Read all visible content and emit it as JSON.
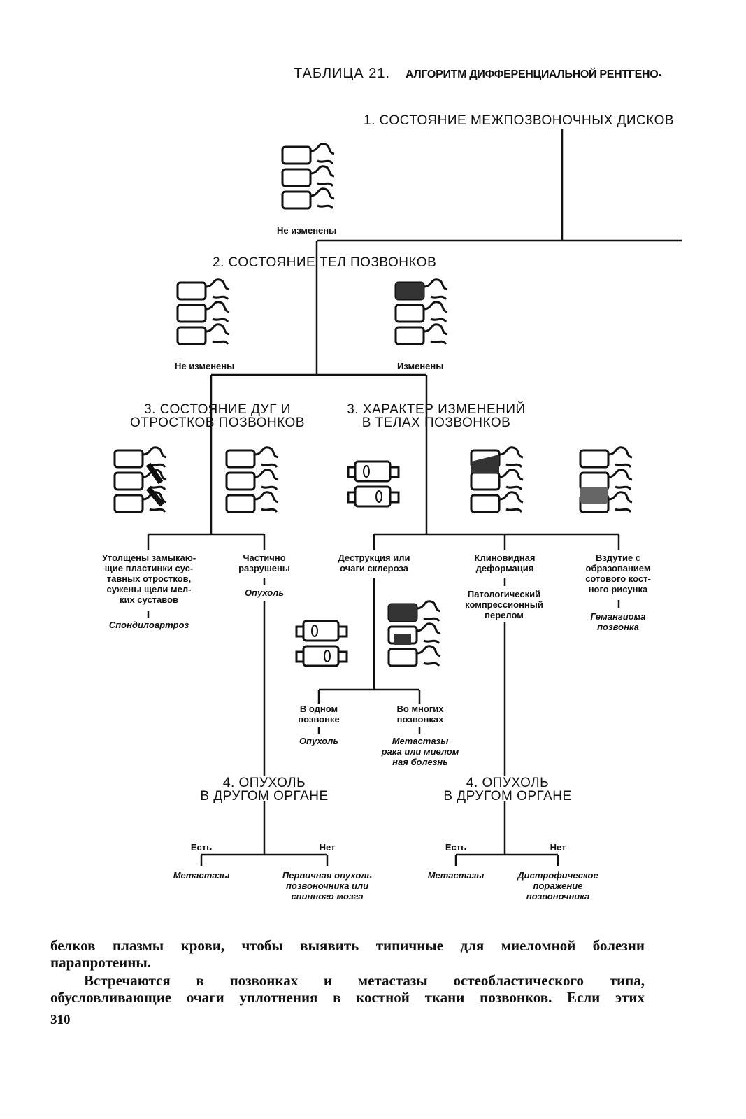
{
  "header": {
    "table_no": "ТАБЛИЦА 21.",
    "title": "АЛГОРИТМ ДИФФЕРЕНЦИАЛЬНОЙ РЕНТГЕНО-"
  },
  "flowchart": {
    "step1": "1. СОСТОЯНИЕ МЕЖПОЗВОНОЧНЫХ ДИСКОВ",
    "step1_unchanged": "Не изменены",
    "step2": "2. СОСТОЯНИЕ ТЕЛ ПОЗВОНКОВ",
    "step2_unchanged": "Не изменены",
    "step2_changed": "Изменены",
    "step3_left": [
      "3. СОСТОЯНИЕ ДУГ И",
      "ОТРОСТКОВ ПОЗВОНКОВ"
    ],
    "step3_right": [
      "3. ХАРАКТЕР ИЗМЕНЕНИЙ",
      "В ТЕЛАХ ПОЗВОНКОВ"
    ],
    "thickened": [
      "Утолщены замыкаю-",
      "щие пластинки сус-",
      "тавных отростков,",
      "сужены щели мел-",
      "ких суставов"
    ],
    "spondyloarthrosis": "Спондилоартроз",
    "partially": [
      "Частично",
      "разрушены"
    ],
    "tumor_a": "Опухоль",
    "destruction": [
      "Деструкция или",
      "очаги склероза"
    ],
    "wedge": [
      "Клиновидная",
      "деформация"
    ],
    "pathological": [
      "Патологический",
      "компрессионный",
      "перелом"
    ],
    "swelling": [
      "Вздутие с",
      "образованием",
      "сотового кост-",
      "ного рисунка"
    ],
    "hemangioma": [
      "Гемангиома",
      "позвонка"
    ],
    "one_vertebra": [
      "В одном",
      "позвонке"
    ],
    "tumor_b": "Опухоль",
    "many_vertebrae": [
      "Во многих",
      "позвонках"
    ],
    "metastases_cancer": [
      "Метастазы",
      "рака или миелом",
      "ная болезнь"
    ],
    "step4_left": [
      "4. ОПУХОЛЬ",
      "В ДРУГОМ ОРГАНЕ"
    ],
    "step4_right": [
      "4. ОПУХОЛЬ",
      "В ДРУГОМ ОРГАНЕ"
    ],
    "yes_left": "Есть",
    "no_left": "Нет",
    "yes_right": "Есть",
    "no_right": "Нет",
    "metastases_left": "Метастазы",
    "primary_tumor": [
      "Первичная опухоль",
      "позвоночника или",
      "спинного мозга"
    ],
    "metastases_right": "Метастазы",
    "dystrophic": [
      "Дистрофическое",
      "поражение",
      "позвоночника"
    ]
  },
  "body_text": {
    "p1": [
      "белков плазмы крови, чтобы выявить типичные для миеломной болезни",
      "парапротеины."
    ],
    "p2": [
      "Встречаются в позвонках и метастазы остеобластического типа,",
      "обусловливающие очаги уплотнения в костной ткани позвонков. Если этих"
    ]
  },
  "page_number": "310"
}
